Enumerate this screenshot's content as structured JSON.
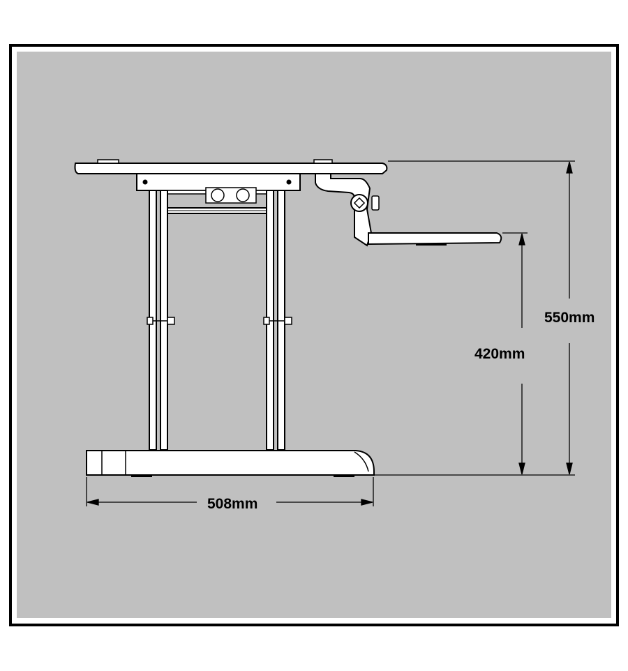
{
  "dimensions": {
    "width_label": "508mm",
    "total_height_label": "550mm",
    "keyboard_height_label": "420mm"
  },
  "colors": {
    "background_panel": "#c0c0c0",
    "frame_border": "#000000",
    "drawing_fill": "#ffffff",
    "drawing_stroke": "#000000",
    "dimension_line": "#000000"
  }
}
